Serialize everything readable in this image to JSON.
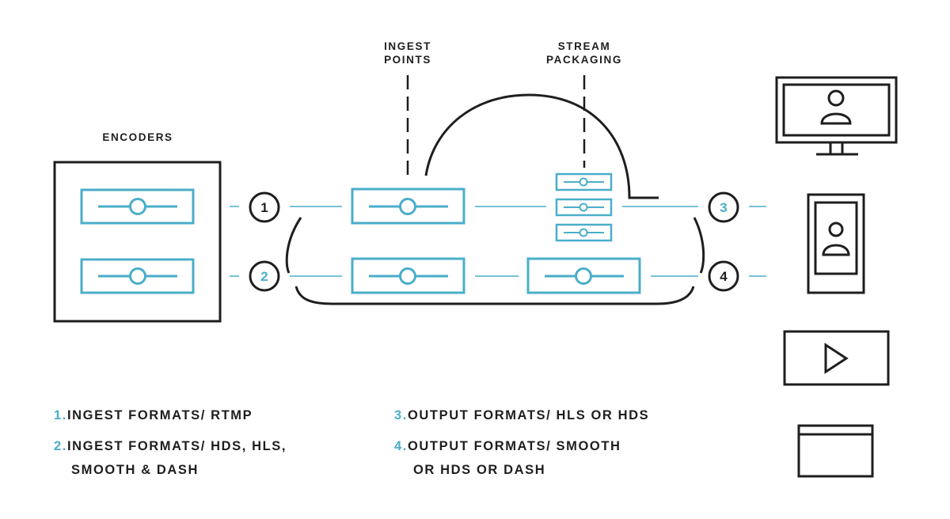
{
  "labels": {
    "encoders": "ENCODERS",
    "ingest_points": [
      "INGEST",
      "POINTS"
    ],
    "stream_packaging": [
      "STREAM",
      "PACKAGING"
    ]
  },
  "steps": [
    "1",
    "2",
    "3",
    "4"
  ],
  "legend": [
    {
      "num": "1.",
      "lines": [
        "INGEST FORMATS/ RTMP"
      ]
    },
    {
      "num": "2.",
      "lines": [
        "INGEST FORMATS/ HDS, HLS,",
        "SMOOTH & DASH"
      ]
    },
    {
      "num": "3.",
      "lines": [
        "OUTPUT FORMATS/ HLS OR HDS"
      ]
    },
    {
      "num": "4.",
      "lines": [
        "OUTPUT FORMATS/ SMOOTH",
        "OR HDS OR DASH"
      ]
    }
  ],
  "devices": [
    "desktop-monitor",
    "mobile-phone",
    "video-player",
    "browser-window"
  ],
  "colors": {
    "teal": "#4aaec9",
    "dark": "#1e1e1e"
  }
}
